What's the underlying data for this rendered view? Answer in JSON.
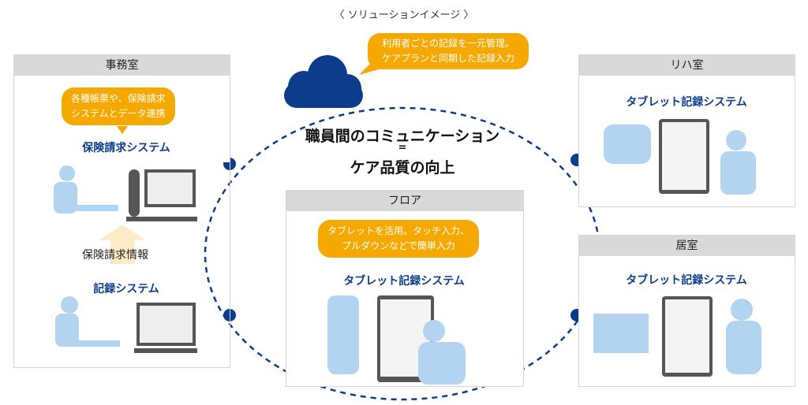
{
  "title": "〈 ソリューションイメージ 〉",
  "cloud_callout": [
    "利用者ごとの記録を一元管理。",
    "ケアプランと同期した記録入力"
  ],
  "center": {
    "line1": "職員間のコミュニケーション",
    "equals": "=",
    "line2": "ケア品質の向上"
  },
  "office": {
    "header": "事務室",
    "callout": [
      "各種帳票や、保険請求",
      "システムとデータ連携"
    ],
    "system1": "保険請求システム",
    "arrow_label": "保険請求情報",
    "system2": "記録システム"
  },
  "floor": {
    "header": "フロア",
    "callout": [
      "タブレットを活用。タッチ入力、",
      "プルダウンなどで簡単入力"
    ],
    "system": "タブレット記録システム"
  },
  "rehab": {
    "header": "リハ室",
    "system": "タブレット記録システム"
  },
  "room": {
    "header": "居室",
    "system": "タブレット記録システム"
  },
  "colors": {
    "accent": "#f5a800",
    "navy": "#0d3c8c",
    "silhouette": "#b3d4f0",
    "device": "#555555"
  }
}
